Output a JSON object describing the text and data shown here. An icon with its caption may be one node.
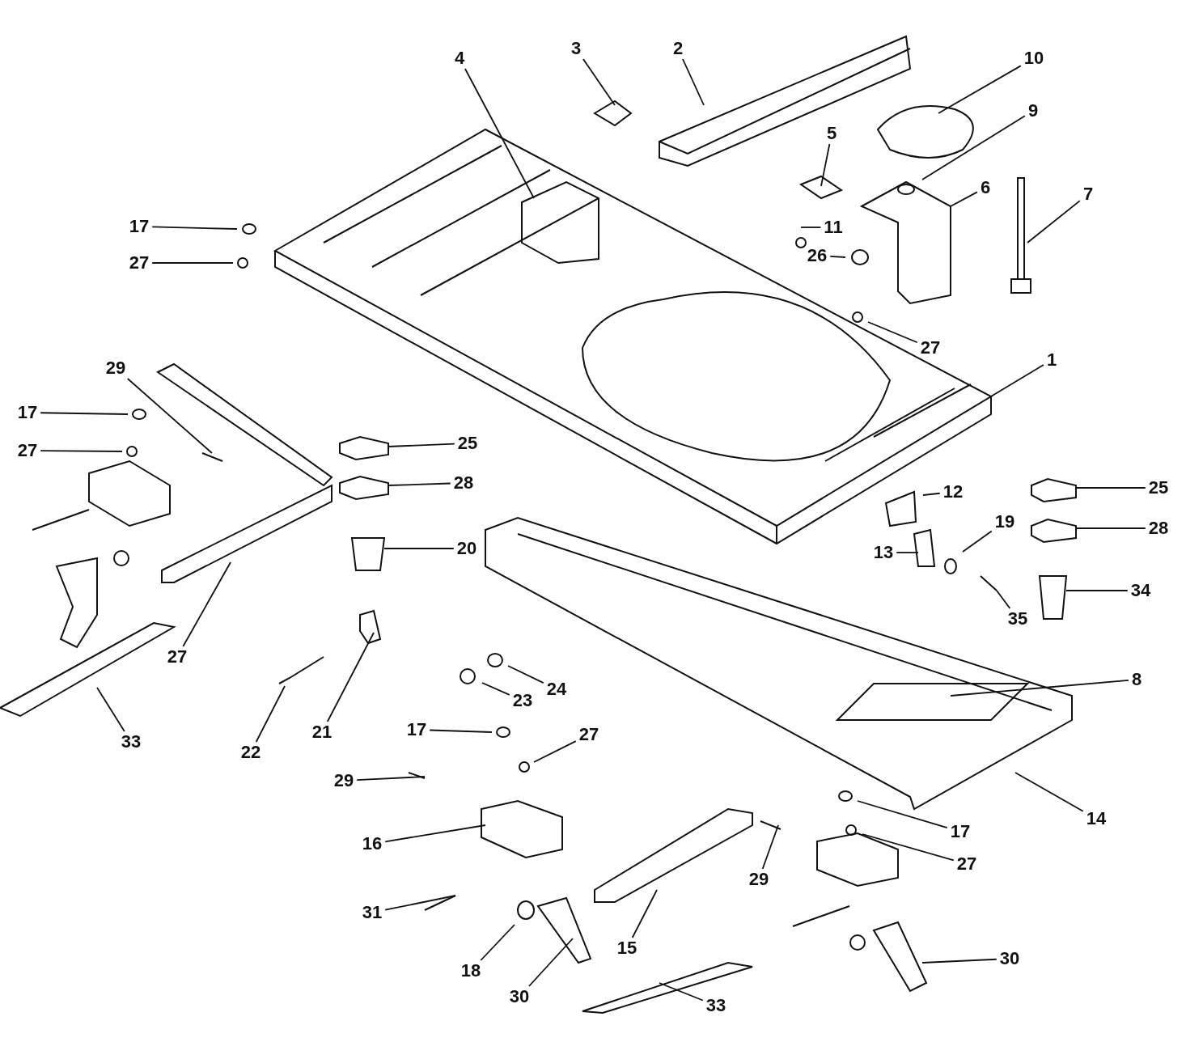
{
  "diagram": {
    "nodes": [
      {
        "text": [
          "3"
        ]
      },
      {
        "text": [
          "2"
        ]
      },
      {
        "text": [
          "10"
        ]
      },
      {
        "text": [
          "4"
        ]
      },
      {
        "text": [
          "9"
        ]
      },
      {
        "text": [
          "6"
        ]
      },
      {
        "text": [
          "5"
        ]
      },
      {
        "text": [
          "7"
        ]
      },
      {
        "text": [
          "17"
        ]
      },
      {
        "text": [
          "11"
        ]
      },
      {
        "text": [
          "26"
        ]
      },
      {
        "text": [
          "27"
        ]
      },
      {
        "text": [
          "27"
        ]
      },
      {
        "text": [
          "29"
        ]
      },
      {
        "text": [
          "1"
        ]
      },
      {
        "text": [
          "17"
        ]
      },
      {
        "text": [
          "25"
        ]
      },
      {
        "text": [
          "27"
        ]
      },
      {
        "text": [
          "25"
        ]
      },
      {
        "text": [
          "28"
        ]
      },
      {
        "text": [
          "12"
        ]
      },
      {
        "text": [
          "19"
        ]
      },
      {
        "text": [
          "28"
        ]
      },
      {
        "text": [
          "20"
        ]
      },
      {
        "text": [
          "13"
        ]
      },
      {
        "text": [
          "34"
        ]
      },
      {
        "text": [
          "35"
        ]
      },
      {
        "text": [
          "27"
        ]
      },
      {
        "text": [
          "8"
        ]
      },
      {
        "text": [
          "24"
        ]
      },
      {
        "text": [
          "23"
        ]
      },
      {
        "text": [
          "33"
        ]
      },
      {
        "text": [
          "22"
        ]
      },
      {
        "text": [
          "21"
        ]
      },
      {
        "text": [
          "17"
        ]
      },
      {
        "text": [
          "27"
        ]
      },
      {
        "text": [
          "29"
        ]
      },
      {
        "text": [
          "14"
        ]
      },
      {
        "text": [
          "16"
        ]
      },
      {
        "text": [
          "17"
        ]
      },
      {
        "text": [
          "27"
        ]
      },
      {
        "text": [
          "29"
        ]
      },
      {
        "text": [
          "31"
        ]
      },
      {
        "text": [
          "18"
        ]
      },
      {
        "text": [
          "30"
        ]
      },
      {
        "text": [
          "15"
        ]
      },
      {
        "text": [
          "30"
        ]
      },
      {
        "text": [
          "33"
        ]
      }
    ],
    "edges": [
      {
        "from": 0,
        "to": null,
        "arrow": "none"
      },
      {
        "from": 1,
        "to": null,
        "arrow": "none"
      },
      {
        "from": 2,
        "to": null,
        "arrow": "none"
      },
      {
        "from": 3,
        "to": null,
        "arrow": "none"
      },
      {
        "from": 4,
        "to": null,
        "arrow": "none"
      },
      {
        "from": 5,
        "to": null,
        "arrow": "none"
      },
      {
        "from": 6,
        "to": null,
        "arrow": "none"
      },
      {
        "from": 7,
        "to": null,
        "arrow": "none"
      },
      {
        "from": 8,
        "to": null,
        "arrow": "none"
      },
      {
        "from": 9,
        "to": null,
        "arrow": "none"
      },
      {
        "from": 10,
        "to": null,
        "arrow": "none"
      },
      {
        "from": 11,
        "to": null,
        "arrow": "none"
      },
      {
        "from": 12,
        "to": null,
        "arrow": "none"
      },
      {
        "from": 13,
        "to": null,
        "arrow": "none"
      },
      {
        "from": 14,
        "to": null,
        "arrow": "none"
      },
      {
        "from": 15,
        "to": null,
        "arrow": "none"
      },
      {
        "from": 16,
        "to": null,
        "arrow": "none"
      },
      {
        "from": 17,
        "to": null,
        "arrow": "none"
      },
      {
        "from": 18,
        "to": null,
        "arrow": "none"
      },
      {
        "from": 19,
        "to": null,
        "arrow": "none"
      },
      {
        "from": 20,
        "to": null,
        "arrow": "none"
      },
      {
        "from": 21,
        "to": null,
        "arrow": "none"
      },
      {
        "from": 22,
        "to": null,
        "arrow": "none"
      },
      {
        "from": 23,
        "to": null,
        "arrow": "none"
      },
      {
        "from": 24,
        "to": null,
        "arrow": "none"
      },
      {
        "from": 25,
        "to": null,
        "arrow": "none"
      },
      {
        "from": 26,
        "to": null,
        "arrow": "none"
      },
      {
        "from": 27,
        "to": null,
        "arrow": "none"
      },
      {
        "from": 28,
        "to": null,
        "arrow": "none"
      },
      {
        "from": 29,
        "to": null,
        "arrow": "none"
      },
      {
        "from": 30,
        "to": null,
        "arrow": "none"
      },
      {
        "from": 31,
        "to": null,
        "arrow": "none"
      },
      {
        "from": 32,
        "to": null,
        "arrow": "none"
      },
      {
        "from": 33,
        "to": null,
        "arrow": "none"
      },
      {
        "from": 34,
        "to": null,
        "arrow": "none"
      },
      {
        "from": 35,
        "to": null,
        "arrow": "none"
      },
      {
        "from": 36,
        "to": null,
        "arrow": "none"
      },
      {
        "from": 37,
        "to": null,
        "arrow": "none"
      },
      {
        "from": 38,
        "to": null,
        "arrow": "none"
      },
      {
        "from": 39,
        "to": null,
        "arrow": "none"
      },
      {
        "from": 40,
        "to": null,
        "arrow": "none"
      },
      {
        "from": 41,
        "to": null,
        "arrow": "none"
      },
      {
        "from": 42,
        "to": null,
        "arrow": "none"
      },
      {
        "from": 43,
        "to": null,
        "arrow": "none"
      },
      {
        "from": 44,
        "to": null,
        "arrow": "none"
      },
      {
        "from": 45,
        "to": null,
        "arrow": "none"
      },
      {
        "from": 46,
        "to": null,
        "arrow": "none"
      },
      {
        "from": 47,
        "to": null,
        "arrow": "none"
      }
    ]
  }
}
